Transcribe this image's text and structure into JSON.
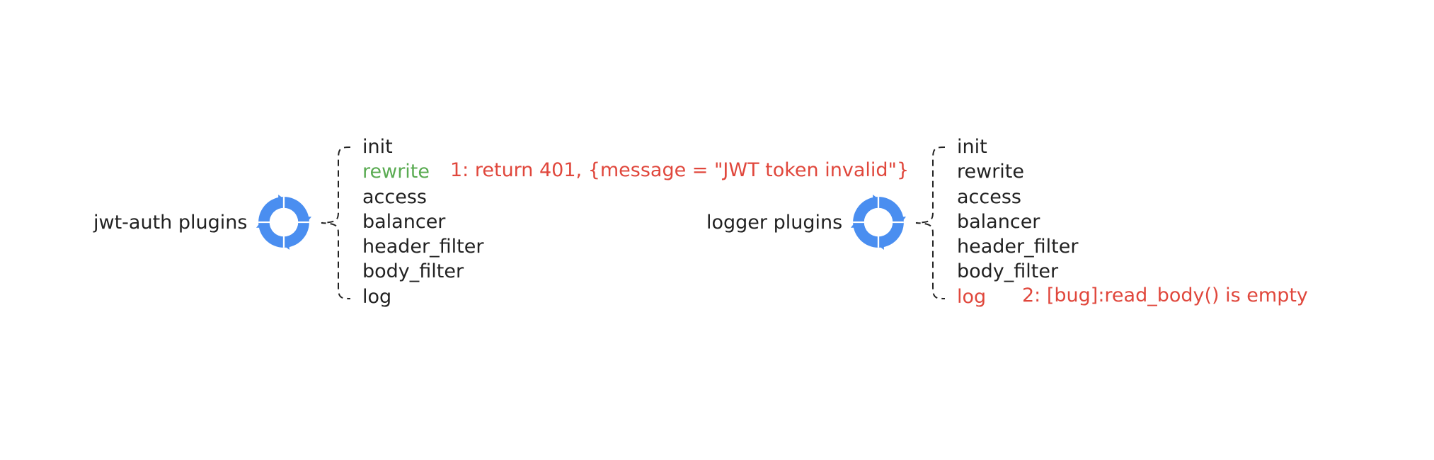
{
  "colors": {
    "icon": "#4a8ef0",
    "text": "#222222",
    "highlight_green": "#5aab52",
    "error_red": "#e0473c"
  },
  "icon_name": "refresh-cycle-icon",
  "groups": [
    {
      "label": "jwt-auth plugins",
      "phases": [
        {
          "name": "init",
          "state": "normal"
        },
        {
          "name": "rewrite",
          "state": "ok"
        },
        {
          "name": "access",
          "state": "normal"
        },
        {
          "name": "balancer",
          "state": "normal"
        },
        {
          "name": "header_filter",
          "state": "normal"
        },
        {
          "name": "body_filter",
          "state": "normal"
        },
        {
          "name": "log",
          "state": "normal"
        }
      ],
      "note": {
        "phase": "rewrite",
        "text": "1: return 401, {message = \"JWT token invalid\"}"
      }
    },
    {
      "label": "logger plugins",
      "phases": [
        {
          "name": "init",
          "state": "normal"
        },
        {
          "name": "rewrite",
          "state": "normal"
        },
        {
          "name": "access",
          "state": "normal"
        },
        {
          "name": "balancer",
          "state": "normal"
        },
        {
          "name": "header_filter",
          "state": "normal"
        },
        {
          "name": "body_filter",
          "state": "normal"
        },
        {
          "name": "log",
          "state": "bug"
        }
      ],
      "note": {
        "phase": "log",
        "text": "2: [bug]:read_body() is empty"
      }
    }
  ]
}
